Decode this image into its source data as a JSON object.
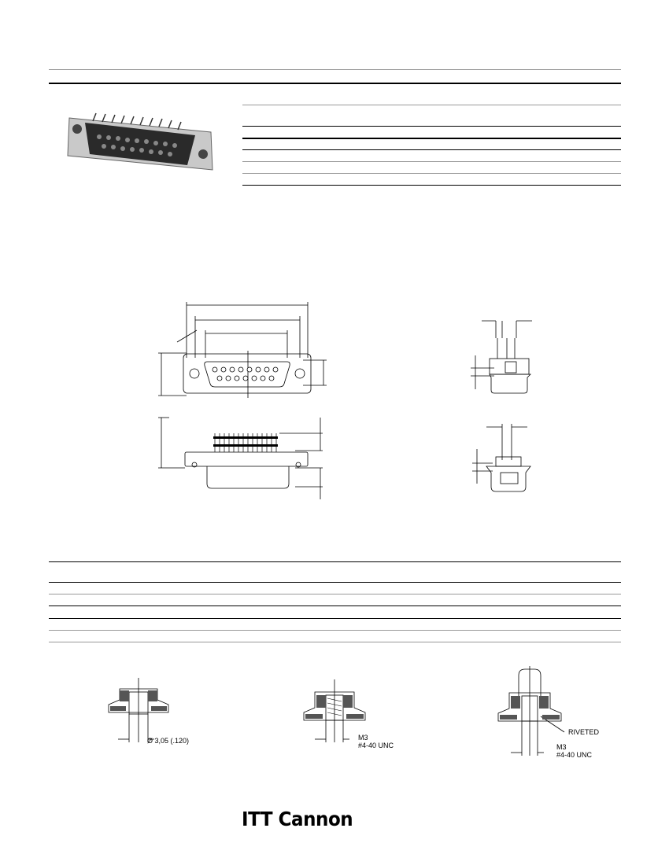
{
  "callouts": {
    "clearance_hole": "Ø 3,05 (.120)",
    "m3_a": "M3",
    "unc_a": "#4-40 UNC",
    "riveted": "RIVETED",
    "m3_b": "M3",
    "unc_b": "#4-40 UNC"
  },
  "brand": {
    "logo_text": "ITT Cannon"
  }
}
